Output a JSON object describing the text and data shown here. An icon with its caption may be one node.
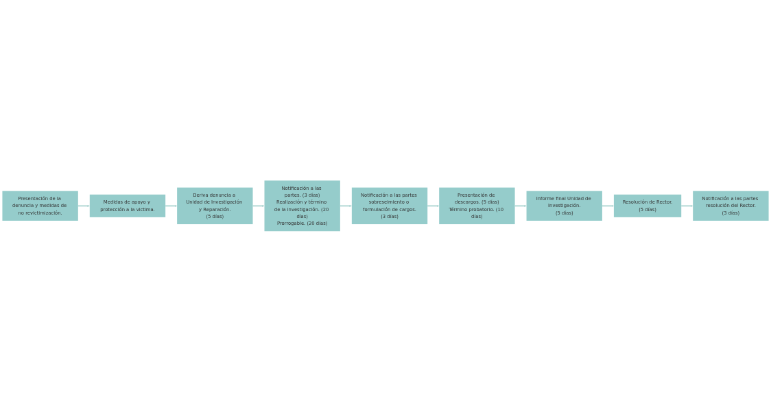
{
  "diagram": {
    "nodes": [
      {
        "text": [
          "Presentación de la denuncia y medidas de no revictimización."
        ]
      },
      {
        "text": [
          "Medidas de apoyo y protección a la victima."
        ]
      },
      {
        "text": [
          "Deriva denuncia a Unidad de Investigación y Reparación.",
          "(5 días)"
        ]
      },
      {
        "text": [
          "Notificación a las partes. (3 días)",
          "Realización y término de la investigación. (20 días)",
          "Prorrogable. (20 días)"
        ]
      },
      {
        "text": [
          "Notificación a las partes sobreseimiento o formulación de cargos.",
          "(3 días)"
        ]
      },
      {
        "text": [
          "Presentación de descargos. (5 días)",
          "Término probatorio. (10 días)"
        ]
      },
      {
        "text": [
          "Informe final Unidad de Investigación.",
          "(5 días)"
        ]
      },
      {
        "text": [
          "Resolución de Rector.",
          "(5 días)"
        ]
      },
      {
        "text": [
          "Notificación a las partes resolución del Rector.",
          "(3 días)"
        ]
      }
    ],
    "edges": [
      {
        "from": 0,
        "to": 1,
        "arrow": "to"
      },
      {
        "from": 1,
        "to": 2,
        "arrow": "to"
      },
      {
        "from": 2,
        "to": 3,
        "arrow": "to"
      },
      {
        "from": 3,
        "to": 4,
        "arrow": "to"
      },
      {
        "from": 4,
        "to": 5,
        "arrow": "to"
      },
      {
        "from": 5,
        "to": 6,
        "arrow": "to"
      },
      {
        "from": 6,
        "to": 7,
        "arrow": "to"
      },
      {
        "from": 7,
        "to": 8,
        "arrow": "to"
      }
    ]
  }
}
